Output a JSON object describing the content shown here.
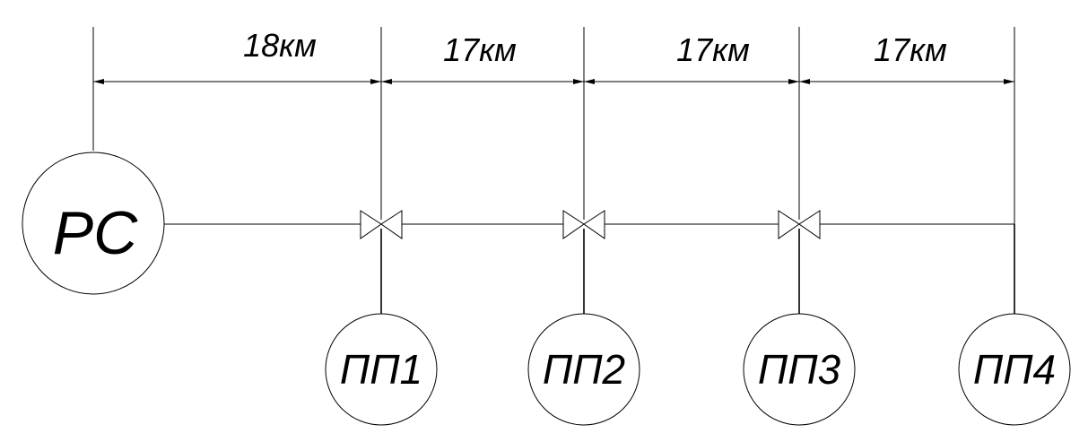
{
  "station": {
    "label": "PC"
  },
  "points": [
    {
      "label": "ПП1"
    },
    {
      "label": "ПП2"
    },
    {
      "label": "ПП3"
    },
    {
      "label": "ПП4"
    }
  ],
  "distances": [
    {
      "label": "18км"
    },
    {
      "label": "17км"
    },
    {
      "label": "17км"
    },
    {
      "label": "17км"
    }
  ],
  "valves": [
    {
      "id": "valve-1"
    },
    {
      "id": "valve-2"
    },
    {
      "id": "valve-3"
    }
  ]
}
